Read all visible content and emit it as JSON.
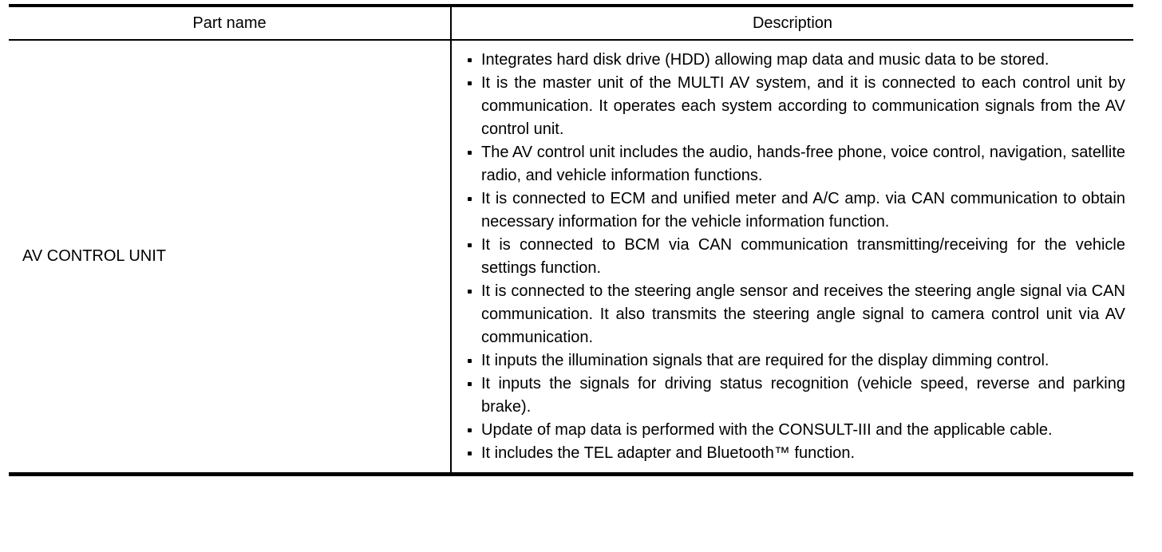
{
  "page": {
    "background_color": "#ffffff",
    "text_color": "#000000",
    "border_color": "#000000"
  },
  "table": {
    "columns": [
      {
        "label": "Part name"
      },
      {
        "label": "Description"
      }
    ],
    "rows": [
      {
        "part_name": "AV CONTROL UNIT",
        "description_bullets": [
          "Integrates hard disk drive (HDD) allowing map data and music data to be stored.",
          "It is the master unit of the MULTI AV system, and it is connected to each control unit by communication. It operates each system according to communication signals from the AV control unit.",
          "The AV control unit includes the audio, hands-free phone, voice control, navi­gation, satellite radio, and vehicle information functions.",
          "It is connected to ECM and unified meter and A/C amp. via CAN communica­tion to obtain necessary information for the vehicle information function.",
          "It is connected to BCM via CAN communication transmitting/receiving for the vehicle settings function.",
          "It is connected to the steering angle sensor and receives the steering angle signal via CAN communication. It also transmits the steering angle signal to camera control unit via AV communication.",
          "It inputs the illumination signals that are required for the display dimming con­trol.",
          "It inputs the signals for driving status recognition (vehicle speed, reverse and parking brake).",
          "Update of map data is performed with the CONSULT-III and the applicable ca­ble.",
          "It includes the TEL adapter and Bluetooth™ function."
        ]
      }
    ]
  }
}
